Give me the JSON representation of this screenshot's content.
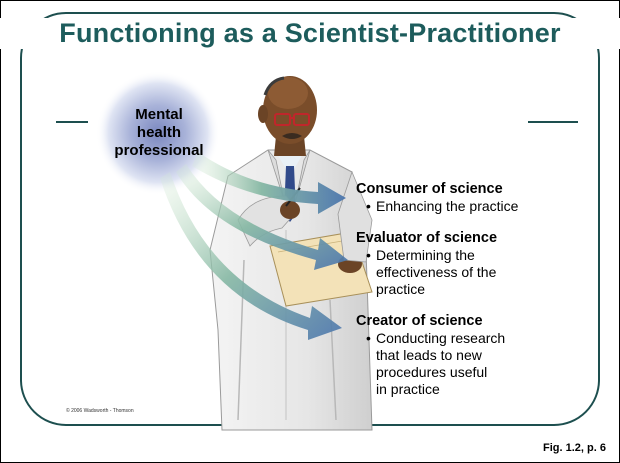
{
  "title": "Functioning as a Scientist-Practitioner",
  "source_node": {
    "label_lines": [
      "Mental",
      "health",
      "professional"
    ]
  },
  "roles": [
    {
      "heading": "Consumer of science",
      "detail_lines": [
        "Enhancing the practice"
      ]
    },
    {
      "heading": "Evaluator of science",
      "detail_lines": [
        "Determining the",
        "effectiveness of the",
        "practice"
      ]
    },
    {
      "heading": "Creator of science",
      "detail_lines": [
        "Conducting research",
        "that leads to new",
        "procedures useful",
        "in practice"
      ]
    }
  ],
  "bullet_glyph": "•",
  "copyright": "© 2006 Wadsworth - Thomson",
  "caption": "Fig. 1.2, p. 6",
  "colors": {
    "title": "#1d5c5c",
    "border": "#1d4f4f",
    "arrow_start": "#c7e3c7",
    "arrow_end": "#4f79b0",
    "halo": "#9aa8d2"
  },
  "icons": {
    "figure": "scientist-in-lab-coat-illustration"
  }
}
